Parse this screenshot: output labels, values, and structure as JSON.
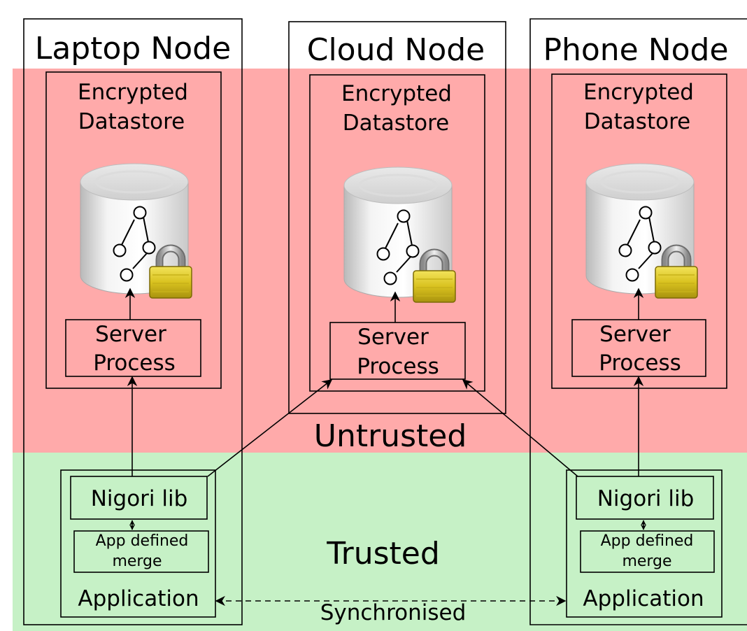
{
  "zones": {
    "untrusted": "Untrusted",
    "trusted": "Trusted"
  },
  "nodes": {
    "laptop": {
      "title": "Laptop Node",
      "datastore_line1": "Encrypted",
      "datastore_line2": "Datastore",
      "server_line1": "Server",
      "server_line2": "Process",
      "lib": "Nigori lib",
      "merge_line1": "App defined",
      "merge_line2": "merge",
      "application": "Application"
    },
    "cloud": {
      "title": "Cloud Node",
      "datastore_line1": "Encrypted",
      "datastore_line2": "Datastore",
      "server_line1": "Server",
      "server_line2": "Process"
    },
    "phone": {
      "title": "Phone Node",
      "datastore_line1": "Encrypted",
      "datastore_line2": "Datastore",
      "server_line1": "Server",
      "server_line2": "Process",
      "lib": "Nigori lib",
      "merge_line1": "App defined",
      "merge_line2": "merge",
      "application": "Application"
    }
  },
  "sync_label": "Synchronised",
  "icons": {
    "database": "database-icon",
    "lock": "padlock-icon"
  },
  "colors": {
    "untrusted_band": "#ffaaaa",
    "trusted_band": "#c6f1c6",
    "lock_body": "#d9c21f"
  }
}
